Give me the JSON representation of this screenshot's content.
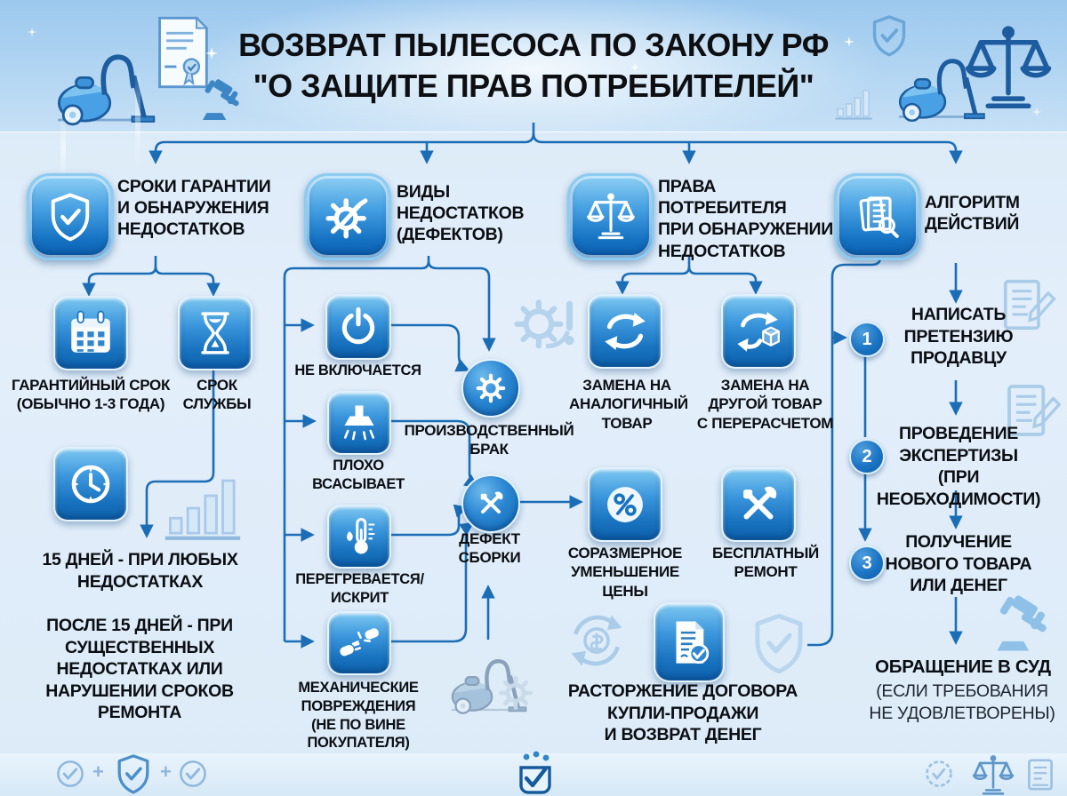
{
  "title": {
    "line1": "ВОЗВРАТ ПЫЛЕСОСА ПО ЗАКОНУ РФ",
    "line2": "\"О ЗАЩИТЕ ПРАВ ПОТРЕБИТЕЛЕЙ\""
  },
  "columns": {
    "c1": {
      "header": "СРОКИ ГАРАНТИИ\nИ ОБНАРУЖЕНИЯ\nНЕДОСТАТКОВ",
      "warranty": "ГАРАНТИЙНЫЙ СРОК\n(ОБЫЧНО 1-3 ГОДА)",
      "service": "СРОК\nСЛУЖБЫ",
      "days15": "15 ДНЕЙ - ПРИ ЛЮБЫХ\nНЕДОСТАТКАХ",
      "after15": "ПОСЛЕ 15 ДНЕЙ - ПРИ\nСУЩЕСТВЕННЫХ\nНЕДОСТАТКАХ ИЛИ\nНАРУШЕНИИ СРОКОВ\nРЕМОНТА"
    },
    "c2": {
      "header": "ВИДЫ\nНЕДОСТАТКОВ\n(ДЕФЕКТОВ)",
      "power": "НЕ ВКЛЮЧАЕТСЯ",
      "suction": "ПЛОХО\nВСАСЫВАЕТ",
      "overheat": "ПЕРЕГРЕВАЕТСЯ/\nИСКРИТ",
      "mech": "МЕХАНИЧЕСКИЕ\nПОВРЕЖДЕНИЯ\n(НЕ ПО ВИНЕ\nПОКУПАТЕЛЯ)",
      "factory": "ПРОИЗВОДСТВЕННЫЙ\nБРАК",
      "assembly": "ДЕФЕКТ\nСБОРКИ"
    },
    "c3": {
      "header": "ПРАВА ПОТРЕБИТЕЛЯ\nПРИ ОБНАРУЖЕНИИ\nНЕДОСТАТКОВ",
      "same": "ЗАМЕНА НА\nАНАЛОГИЧНЫЙ\nТОВАР",
      "other": "ЗАМЕНА НА\nДРУГОЙ ТОВАР\nС ПЕРЕРАСЧЕТОМ",
      "discount": "СОРАЗМЕРНОЕ\nУМЕНЬШЕНИЕ\nЦЕНЫ",
      "repair": "БЕСПЛАТНЫЙ\nРЕМОНТ",
      "refund": "РАСТОРЖЕНИЕ ДОГОВОРА\nКУПЛИ-ПРОДАЖИ\nИ ВОЗВРАТ ДЕНЕГ"
    },
    "c4": {
      "header": "АЛГОРИТМ\nДЕЙСТВИЙ",
      "steps": [
        {
          "num": "1",
          "label": "НАПИСАТЬ\nПРЕТЕНЗИЮ\nПРОДАВЦУ"
        },
        {
          "num": "2",
          "label": "ПРОВЕДЕНИЕ\nЭКСПЕРТИЗЫ\n(ПРИ НЕОБХОДИМОСТИ)"
        },
        {
          "num": "3",
          "label": "ПОЛУЧЕНИЕ\nНОВОГО ТОВАРА\nИЛИ ДЕНЕГ"
        }
      ],
      "court": "ОБРАЩЕНИЕ В СУД",
      "court_note": "(ЕСЛИ ТРЕБОВАНИЯ\nНЕ УДОВЛЕТВОРЕНЫ)"
    }
  },
  "footer": {
    "plus1": "+",
    "plus2": "+"
  },
  "icons": {
    "header_left": [
      "vacuum-icon",
      "certificate-icon",
      "gavel-icon"
    ],
    "header_right": [
      "shield-check-icon",
      "vacuum-icon",
      "scales-icon",
      "bar-chart-icon"
    ],
    "column_badges": [
      "shield-check-icon",
      "gear-wrench-icon",
      "scales-icon",
      "documents-magnifier-icon"
    ],
    "tiles": [
      "calendar-icon",
      "hourglass-icon",
      "clock-icon",
      "power-icon",
      "nozzle-icon",
      "thermometer-icon",
      "broken-plug-icon",
      "swap-arrows-icon",
      "swap-box-icon",
      "percent-icon",
      "tools-icon",
      "document-check-icon"
    ],
    "nodes": [
      "gear-icon",
      "tools-icon"
    ],
    "watermarks": [
      "gear-exclamation-icon",
      "bar-chart-icon",
      "vacuum-gear-icon",
      "refund-arrows-icon",
      "shield-check-icon",
      "document-pen-icon",
      "document-pen-icon",
      "gavel-icon"
    ],
    "footer": [
      "check-circle-icon",
      "shield-check-icon",
      "check-circle-icon",
      "mascot-check-icon",
      "rosette-check-icon",
      "scales-icon",
      "document-icon"
    ]
  },
  "colors": {
    "accent_line": "#1b6db6",
    "tile_top": "#7cc7f0",
    "tile_bottom": "#0d62ad",
    "text": "#0b0e12",
    "header_band": "#aed3f1",
    "background": "#e3eefa",
    "watermark": "#a9cbe8"
  }
}
